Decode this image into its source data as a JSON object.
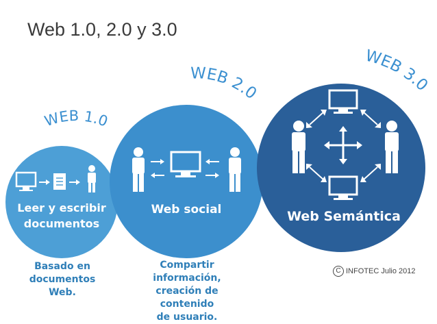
{
  "title": "Web 1.0, 2.0 y 3.0",
  "stages": [
    {
      "heading": "WEB 1.0",
      "label_line1": "Leer y escribir",
      "label_line2": "documentos",
      "caption_line1": "Basado en",
      "caption_line2": "documentos Web."
    },
    {
      "heading": "WEB 2.0",
      "label_line1": "Web social",
      "caption_line1": "Compartir información,",
      "caption_line2": "creación de contenido",
      "caption_line3": "de usuario."
    },
    {
      "heading": "WEB 3.0",
      "label_line1": "Web Semántica"
    }
  ],
  "copyright": {
    "symbol": "C",
    "text": "INFOTEC Julio 2012"
  },
  "colors": {
    "circle1": "#4d9fd6",
    "circle2": "#3c8fcd",
    "circle3": "#2a5f99",
    "heading": "#3a8fd0"
  }
}
